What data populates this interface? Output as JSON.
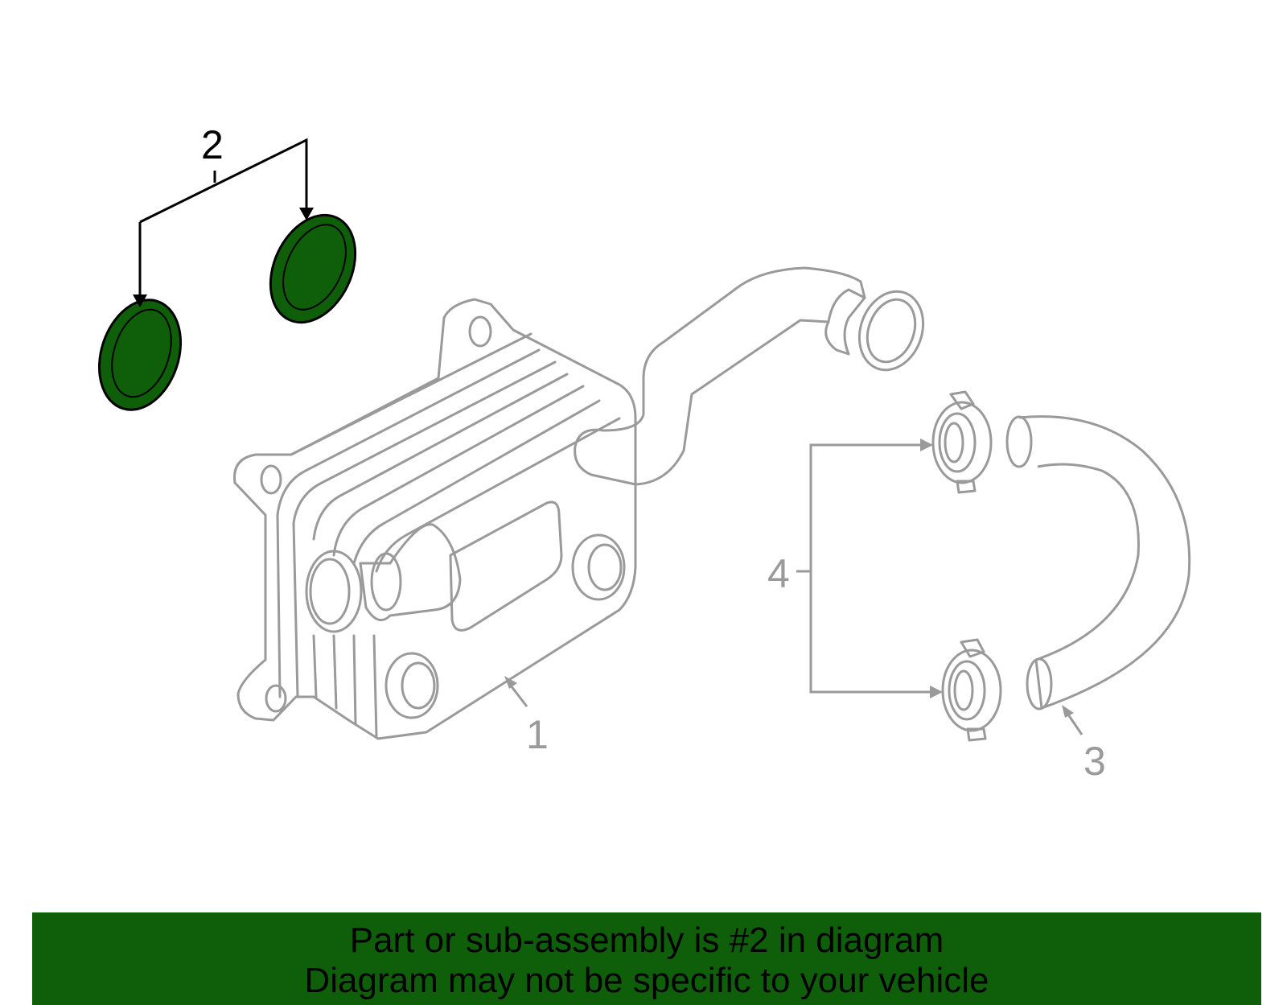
{
  "diagram": {
    "callouts": {
      "part1": "1",
      "part2": "2",
      "part3": "3",
      "part4": "4"
    },
    "colors": {
      "line_gray": "#9a9a9a",
      "leader_black": "#000000",
      "highlight_fill": "#0f5f0a",
      "highlight_stroke": "#000000",
      "footer_bg": "#0f5f0a"
    }
  },
  "footer": {
    "line1": "Part or sub-assembly is #2 in diagram",
    "line2": "Diagram may not be specific to your vehicle"
  }
}
